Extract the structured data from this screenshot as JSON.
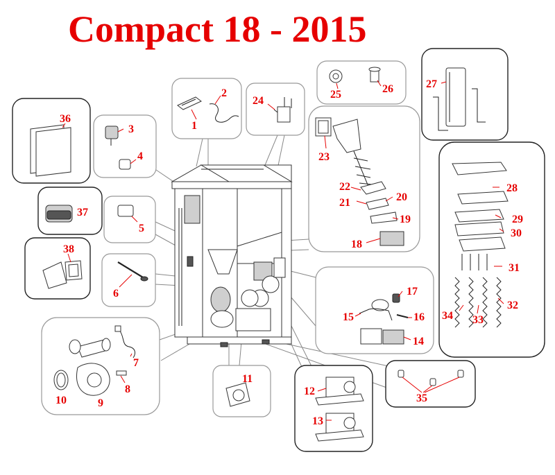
{
  "title": "Compact 18 - 2015",
  "colors": {
    "label": "#e60000",
    "line": "#222222"
  },
  "parts": {
    "p1": "1",
    "p2": "2",
    "p3": "3",
    "p4": "4",
    "p5": "5",
    "p6": "6",
    "p7": "7",
    "p8": "8",
    "p9": "9",
    "p10": "10",
    "p11": "11",
    "p12": "12",
    "p13": "13",
    "p14": "14",
    "p15": "15",
    "p16": "16",
    "p17": "17",
    "p18": "18",
    "p19": "19",
    "p20": "20",
    "p21": "21",
    "p22": "22",
    "p23": "23",
    "p24": "24",
    "p25": "25",
    "p26": "26",
    "p27": "27",
    "p28": "28",
    "p29": "29",
    "p30": "30",
    "p31": "31",
    "p32": "32",
    "p33": "33",
    "p34": "34",
    "p35": "35",
    "p36": "36",
    "p37": "37",
    "p38": "38"
  }
}
